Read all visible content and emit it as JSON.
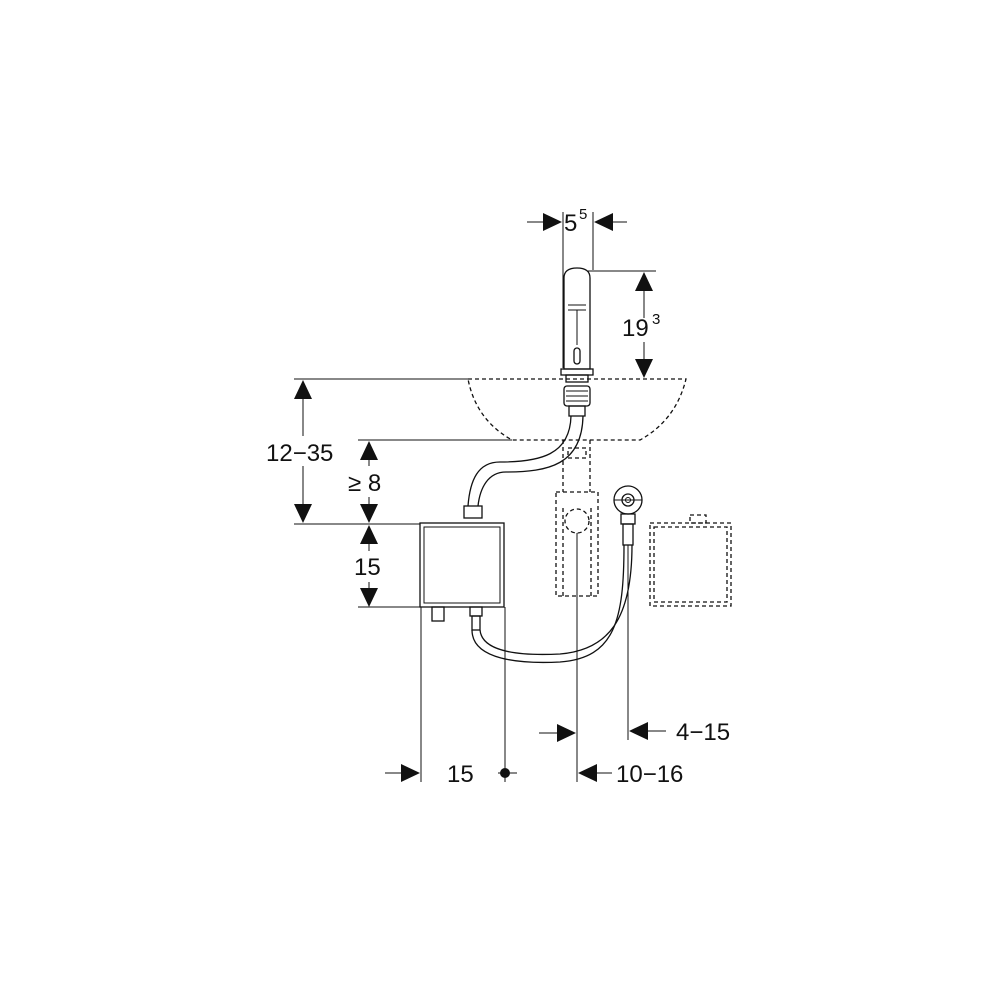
{
  "dimensions": {
    "spout_width": {
      "base": "5",
      "sup": "5"
    },
    "spout_height": {
      "base": "19",
      "sup": "3"
    },
    "basin_to_box": "12−35",
    "min_clearance": "≥ 8",
    "box_height": "15",
    "box_width": "15",
    "trap_offset": "10−16",
    "valve_offset": "4−15"
  }
}
